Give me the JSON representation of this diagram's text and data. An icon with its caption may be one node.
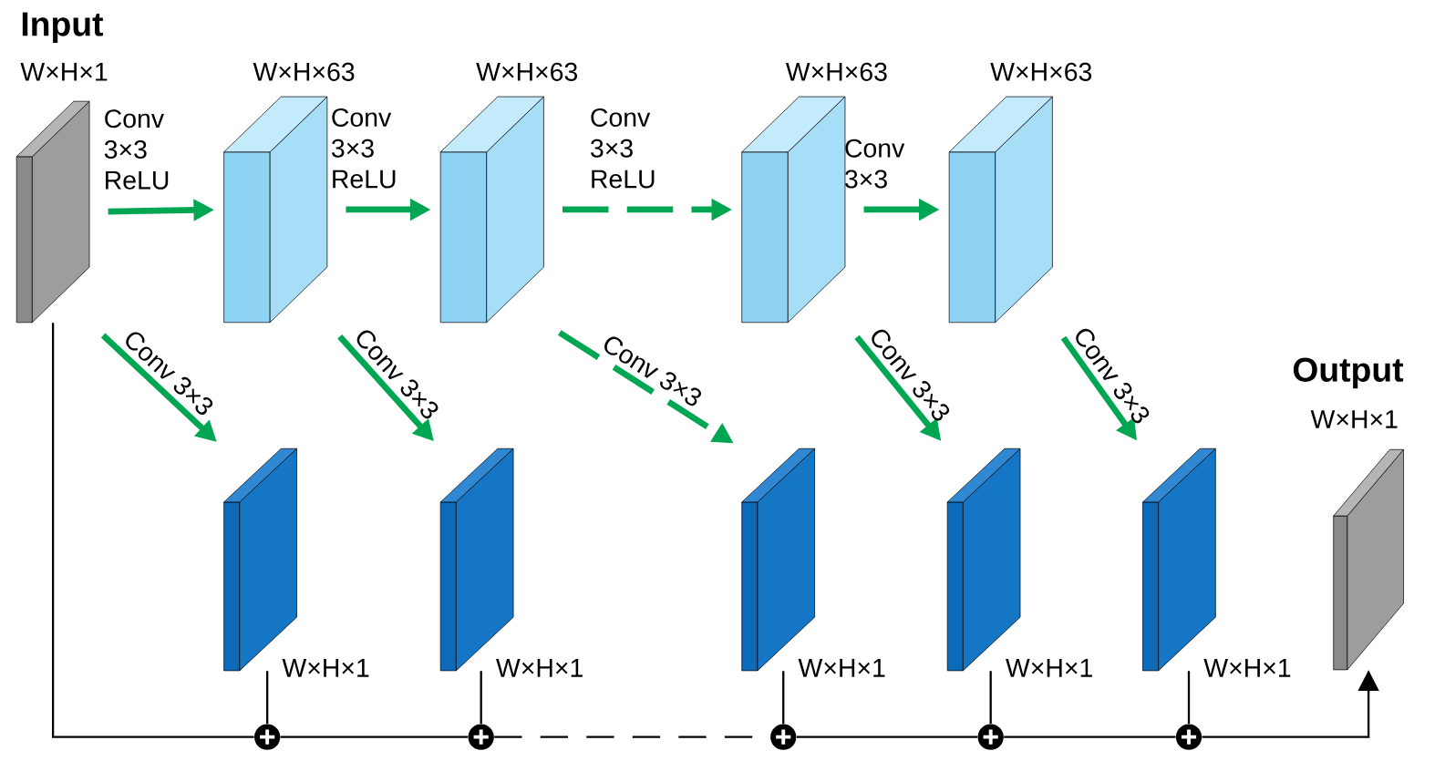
{
  "diagram": {
    "nodes": [
      {
        "text": [
          "Input",
          "W×H×1"
        ]
      },
      {
        "text": [
          "W×H×63"
        ]
      },
      {
        "text": [
          "W×H×63"
        ]
      },
      {
        "text": [
          "W×H×63"
        ]
      },
      {
        "text": [
          "W×H×63"
        ]
      },
      {
        "text": [],
        "shape": "box",
        "beside": [
          "W×H×1"
        ]
      },
      {
        "text": [],
        "shape": "box",
        "beside": [
          "W×H×1"
        ]
      },
      {
        "text": [],
        "shape": "box",
        "beside": [
          "W×H×1"
        ]
      },
      {
        "text": [],
        "shape": "box",
        "beside": [
          "W×H×1"
        ]
      },
      {
        "text": [],
        "shape": "box",
        "beside": [
          "W×H×1"
        ]
      },
      {
        "text": [
          "Output",
          "W×H×1"
        ]
      },
      {
        "text": [],
        "shape": "circle"
      },
      {
        "text": [],
        "shape": "circle"
      },
      {
        "text": [],
        "shape": "circle"
      },
      {
        "text": [],
        "shape": "circle"
      },
      {
        "text": [],
        "shape": "circle"
      }
    ],
    "edges": [
      {
        "from": 0,
        "to": 1,
        "arrow": "to",
        "label": "Conv 3×3 ReLU",
        "style": "thick",
        "color": "#00a651"
      },
      {
        "from": 1,
        "to": 2,
        "arrow": "to",
        "label": "Conv 3×3 ReLU",
        "style": "thick",
        "color": "#00a651"
      },
      {
        "from": 2,
        "to": 3,
        "arrow": "to",
        "label": "Conv 3×3 ReLU",
        "style": "dashed",
        "color": "#00a651"
      },
      {
        "from": 3,
        "to": 4,
        "arrow": "to",
        "label": "Conv 3×3",
        "style": "thick",
        "color": "#00a651"
      },
      {
        "from": 0,
        "to": 5,
        "arrow": "to",
        "label": "Conv 3×3",
        "style": "thick",
        "color": "#00a651"
      },
      {
        "from": 1,
        "to": 6,
        "arrow": "to",
        "label": "Conv 3×3",
        "style": "thick",
        "color": "#00a651"
      },
      {
        "from": 2,
        "to": 7,
        "arrow": "to",
        "label": "Conv 3×3",
        "style": "dashed",
        "color": "#00a651"
      },
      {
        "from": 3,
        "to": 8,
        "arrow": "to",
        "label": "Conv 3×3",
        "style": "thick",
        "color": "#00a651"
      },
      {
        "from": 4,
        "to": 9,
        "arrow": "to",
        "label": "Conv 3×3",
        "style": "thick",
        "color": "#00a651"
      },
      {
        "from": 5,
        "to": 11,
        "arrow": "none"
      },
      {
        "from": 6,
        "to": 12,
        "arrow": "none"
      },
      {
        "from": 7,
        "to": 13,
        "arrow": "none"
      },
      {
        "from": 8,
        "to": 14,
        "arrow": "none"
      },
      {
        "from": 9,
        "to": 15,
        "arrow": "none"
      },
      {
        "from": 0,
        "to": 11,
        "arrow": "none"
      },
      {
        "from": 11,
        "to": 12,
        "arrow": "none"
      },
      {
        "from": 12,
        "to": 13,
        "arrow": "none",
        "style": "dashed"
      },
      {
        "from": 13,
        "to": 14,
        "arrow": "none"
      },
      {
        "from": 14,
        "to": 15,
        "arrow": "none"
      },
      {
        "from": 15,
        "to": 10,
        "arrow": "to"
      }
    ]
  }
}
